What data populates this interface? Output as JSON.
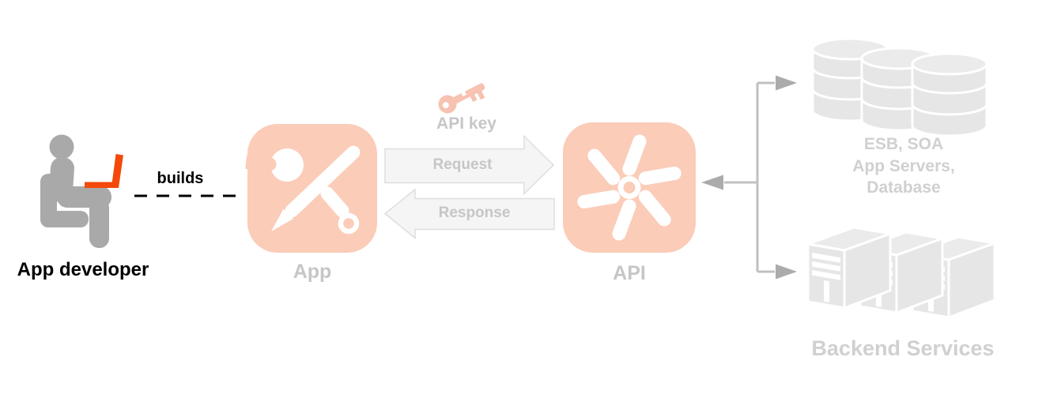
{
  "colors": {
    "canvas": "#ffffff",
    "accent-salmon": "#fbccb8",
    "key-salmon": "#f7c2b1",
    "glyph-white": "#ffffff",
    "person-gray": "#a9a9a9",
    "laptop-orange": "#f4490b",
    "text-black": "#000000",
    "faded-label": "#c6c6c6",
    "arrow-fill": "#f5f5f5",
    "arrow-border": "#dedede",
    "connector-gray": "#c0c0c0",
    "arrowhead-gray": "#ababab",
    "backend-gray": "#e6e6e6",
    "backend-lid": "#ebebeb",
    "backend-text": "#d0d0d0"
  },
  "nodes": {
    "developer": {
      "label": "App developer"
    },
    "builds": {
      "label": "builds"
    },
    "app": {
      "label": "App"
    },
    "api_key": {
      "label": "API key"
    },
    "request": {
      "label": "Request"
    },
    "response": {
      "label": "Response"
    },
    "api": {
      "label": "API"
    },
    "backend_systems": {
      "lines": [
        "ESB, SOA",
        "App Servers,",
        "Database"
      ]
    },
    "backend_services": {
      "label": "Backend Services"
    }
  }
}
